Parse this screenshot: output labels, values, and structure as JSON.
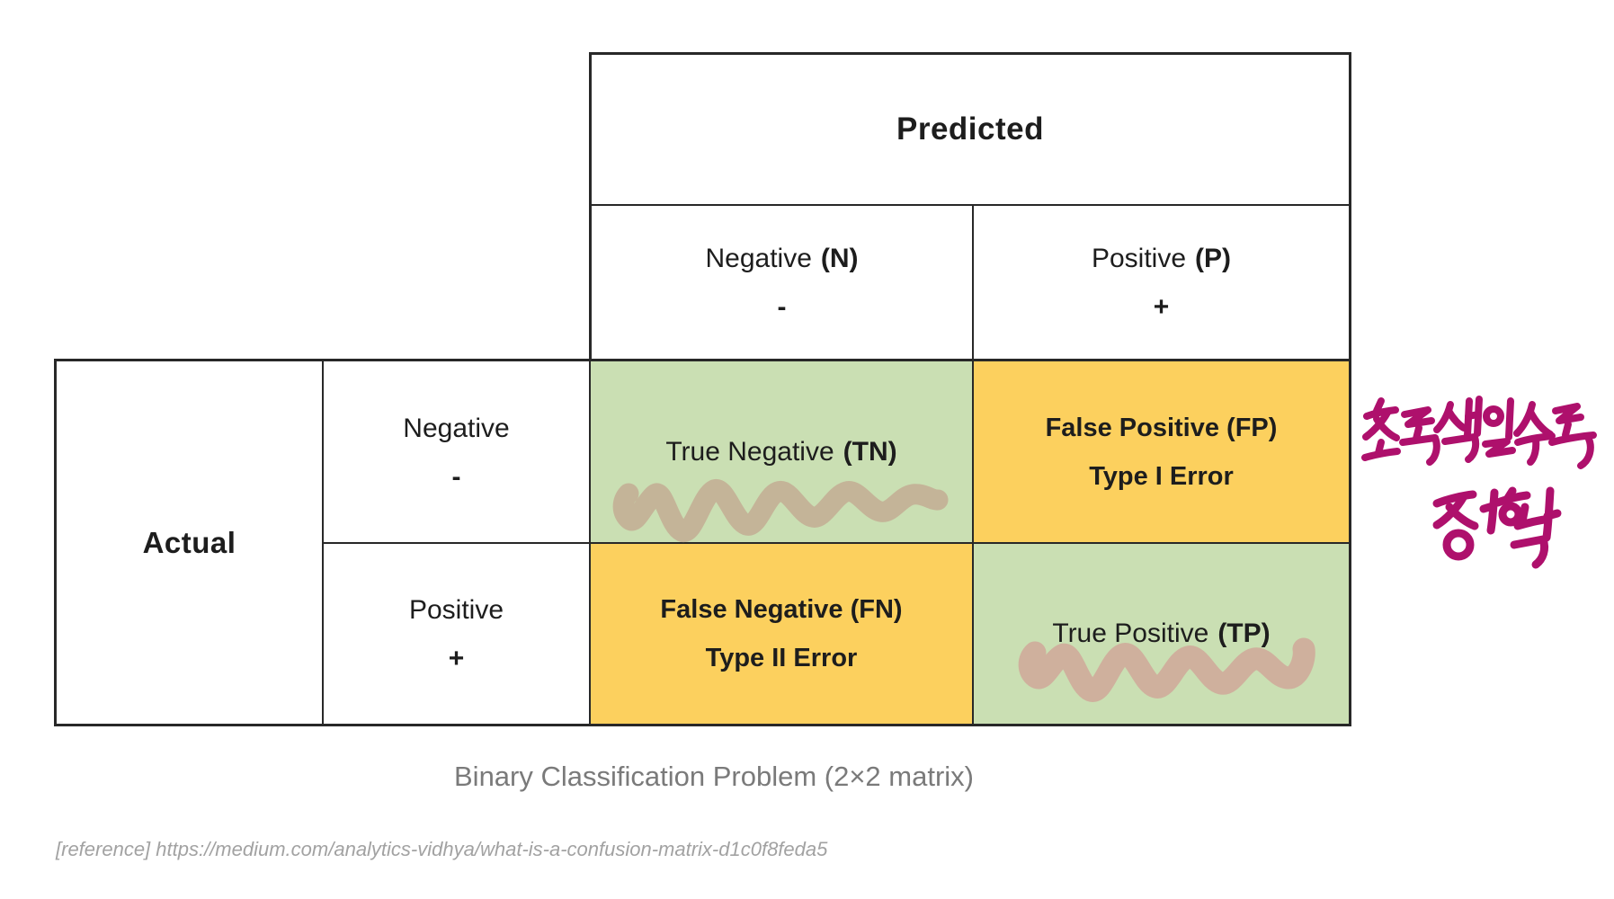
{
  "table": {
    "predicted_header": "Predicted",
    "actual_header": "Actual",
    "columns": [
      {
        "label": "Negative",
        "abbr": "(N)",
        "sign": "-"
      },
      {
        "label": "Positive",
        "abbr": "(P)",
        "sign": "+"
      }
    ],
    "rows": [
      {
        "label": "Negative",
        "sign": "-"
      },
      {
        "label": "Positive",
        "sign": "+"
      }
    ],
    "cells": {
      "tn": {
        "label": "True Negative",
        "abbr": "(TN)",
        "bg": "#cadfb3"
      },
      "fp": {
        "line1": "False Positive (FP)",
        "line2": "Type I Error",
        "bg": "#fcd05e"
      },
      "fn": {
        "line1": "False Negative (FN)",
        "line2": "Type II Error",
        "bg": "#fcd05e"
      },
      "tp": {
        "label": "True Positive",
        "abbr": "(TP)",
        "bg": "#cadfb3"
      }
    },
    "border_color": "#282828"
  },
  "caption": "Binary Classification Problem (2×2 matrix)",
  "reference": "[reference] https://medium.com/analytics-vidhya/what-is-a-confusion-matrix-d1c0f8feda5",
  "annotation": {
    "line1": "초록색일수록",
    "line2": "정확",
    "pen_color": "#ae106c"
  },
  "highlight": {
    "tn_color": "#c3b096",
    "tp_color": "#cfab9b"
  }
}
